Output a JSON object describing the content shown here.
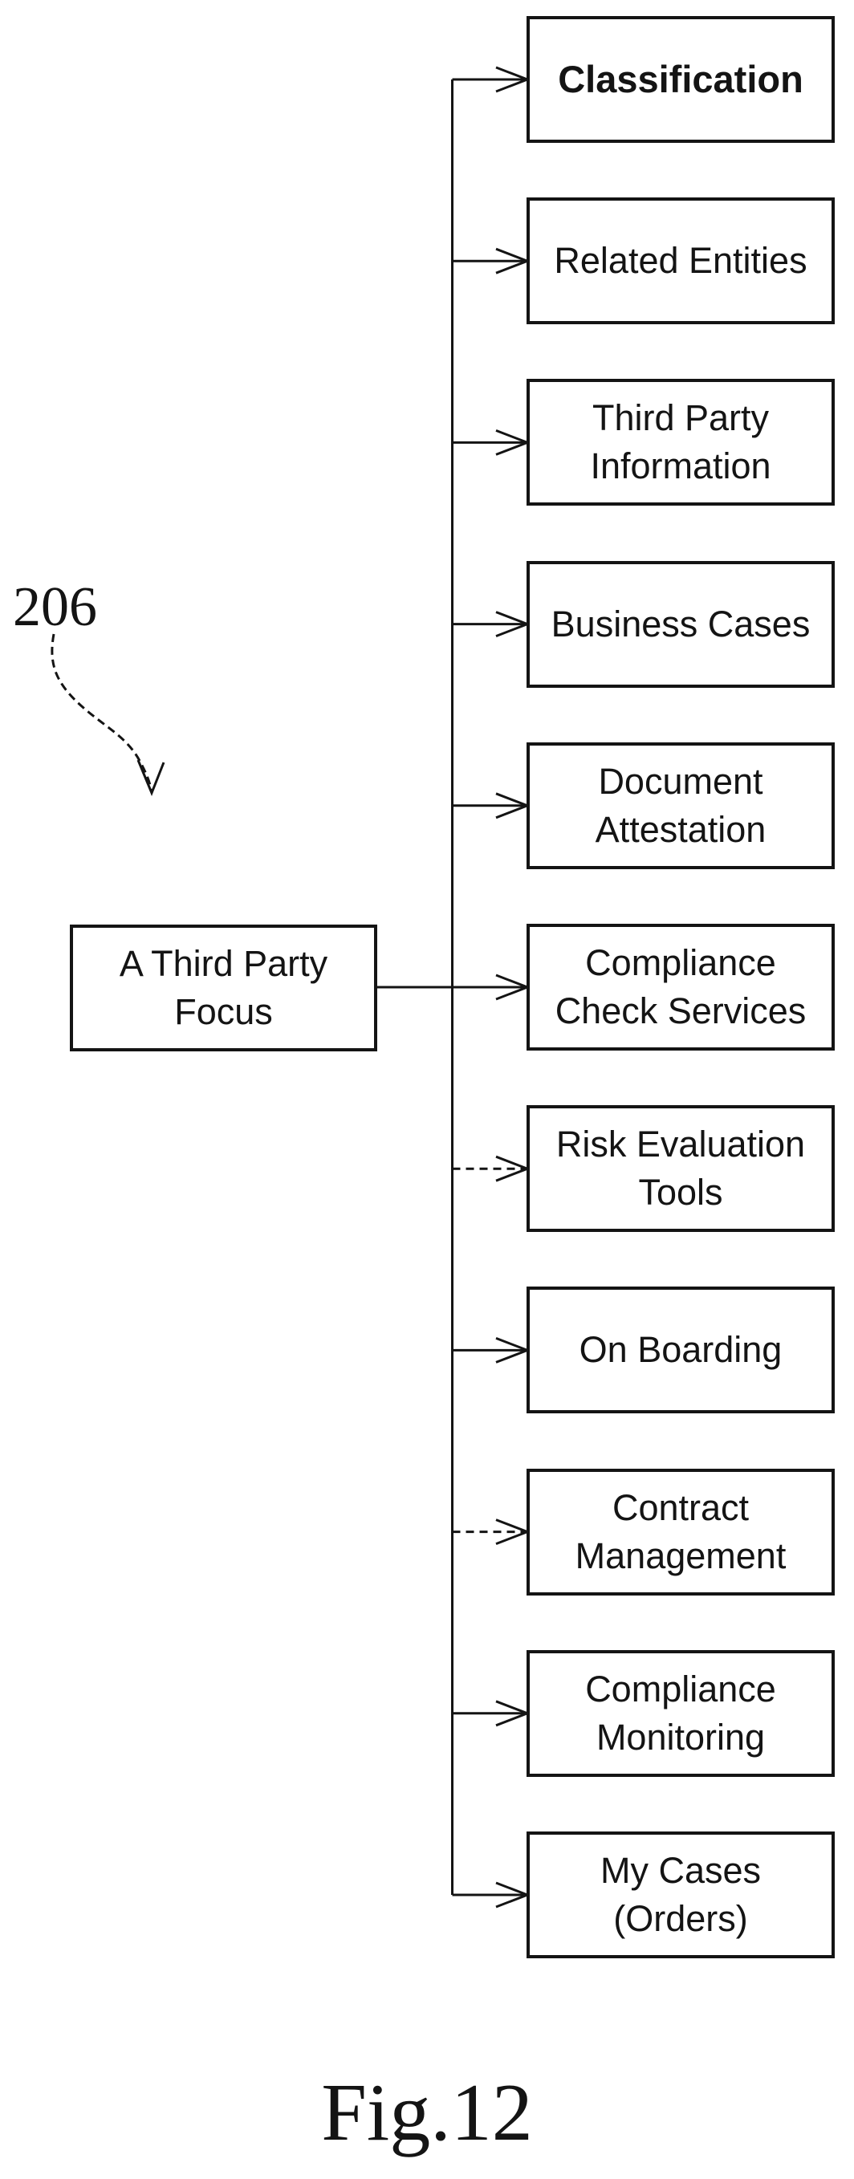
{
  "figure": {
    "ref_label": "206",
    "caption": "Fig.12",
    "root": {
      "label": "A Third Party\nFocus"
    },
    "nodes": [
      {
        "label": "Classification",
        "line": "solid",
        "emphasis": true
      },
      {
        "label": "Related Entities",
        "line": "solid",
        "emphasis": false
      },
      {
        "label": "Third Party\nInformation",
        "line": "solid",
        "emphasis": false
      },
      {
        "label": "Business Cases",
        "line": "solid",
        "emphasis": false
      },
      {
        "label": "Document\nAttestation",
        "line": "solid",
        "emphasis": false
      },
      {
        "label": "Compliance\nCheck Services",
        "line": "solid",
        "emphasis": false
      },
      {
        "label": "Risk Evaluation\nTools",
        "line": "dashed",
        "emphasis": false
      },
      {
        "label": "On Boarding",
        "line": "solid",
        "emphasis": false
      },
      {
        "label": "Contract\nManagement",
        "line": "dashed",
        "emphasis": false
      },
      {
        "label": "Compliance\nMonitoring",
        "line": "solid",
        "emphasis": false
      },
      {
        "label": "My Cases\n(Orders)",
        "line": "solid",
        "emphasis": false
      }
    ],
    "colors": {
      "ink": "#141414",
      "background": "#ffffff"
    }
  }
}
